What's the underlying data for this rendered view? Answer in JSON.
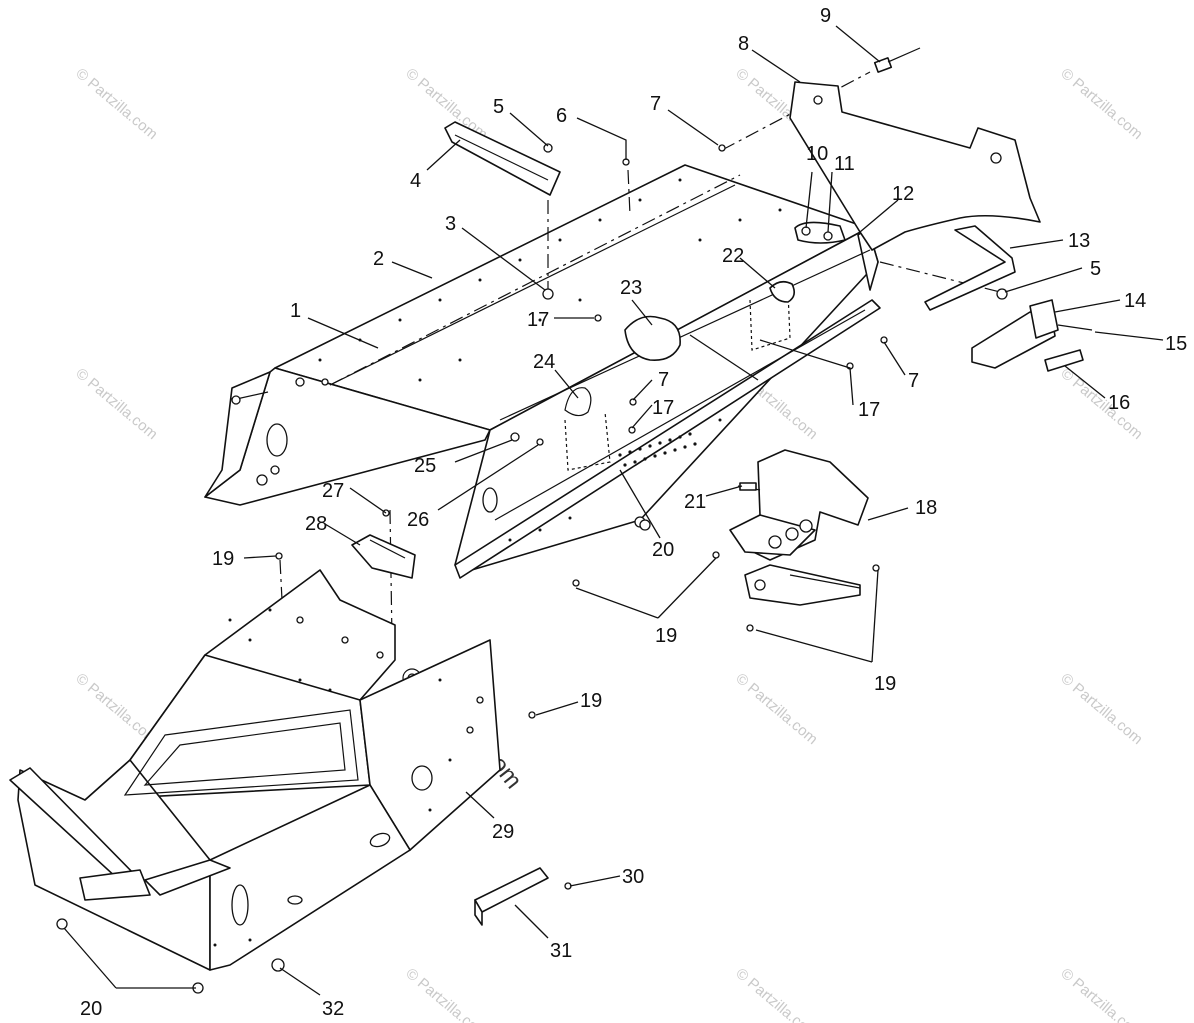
{
  "watermark": {
    "small_text": "© Partzilla.com",
    "center_text": "Partzilla.com"
  },
  "callouts": {
    "c1": "1",
    "c2": "2",
    "c3": "3",
    "c4": "4",
    "c5a": "5",
    "c5b": "5",
    "c6": "6",
    "c7a": "7",
    "c7b": "7",
    "c7c": "7",
    "c8": "8",
    "c9": "9",
    "c10": "10",
    "c11": "11",
    "c12": "12",
    "c13": "13",
    "c14": "14",
    "c15": "15",
    "c16": "16",
    "c17a": "17",
    "c17b": "17",
    "c17c": "17",
    "c18": "18",
    "c19a": "19",
    "c19b": "19",
    "c19c": "19",
    "c19d": "19",
    "c20a": "20",
    "c20b": "20",
    "c21": "21",
    "c22": "22",
    "c23": "23",
    "c24": "24",
    "c25": "25",
    "c26": "26",
    "c27": "27",
    "c28": "28",
    "c29": "29",
    "c30": "30",
    "c31": "31",
    "c32": "32"
  },
  "colors": {
    "line": "#111111",
    "watermark": "#c9c9c9",
    "background": "#ffffff"
  }
}
